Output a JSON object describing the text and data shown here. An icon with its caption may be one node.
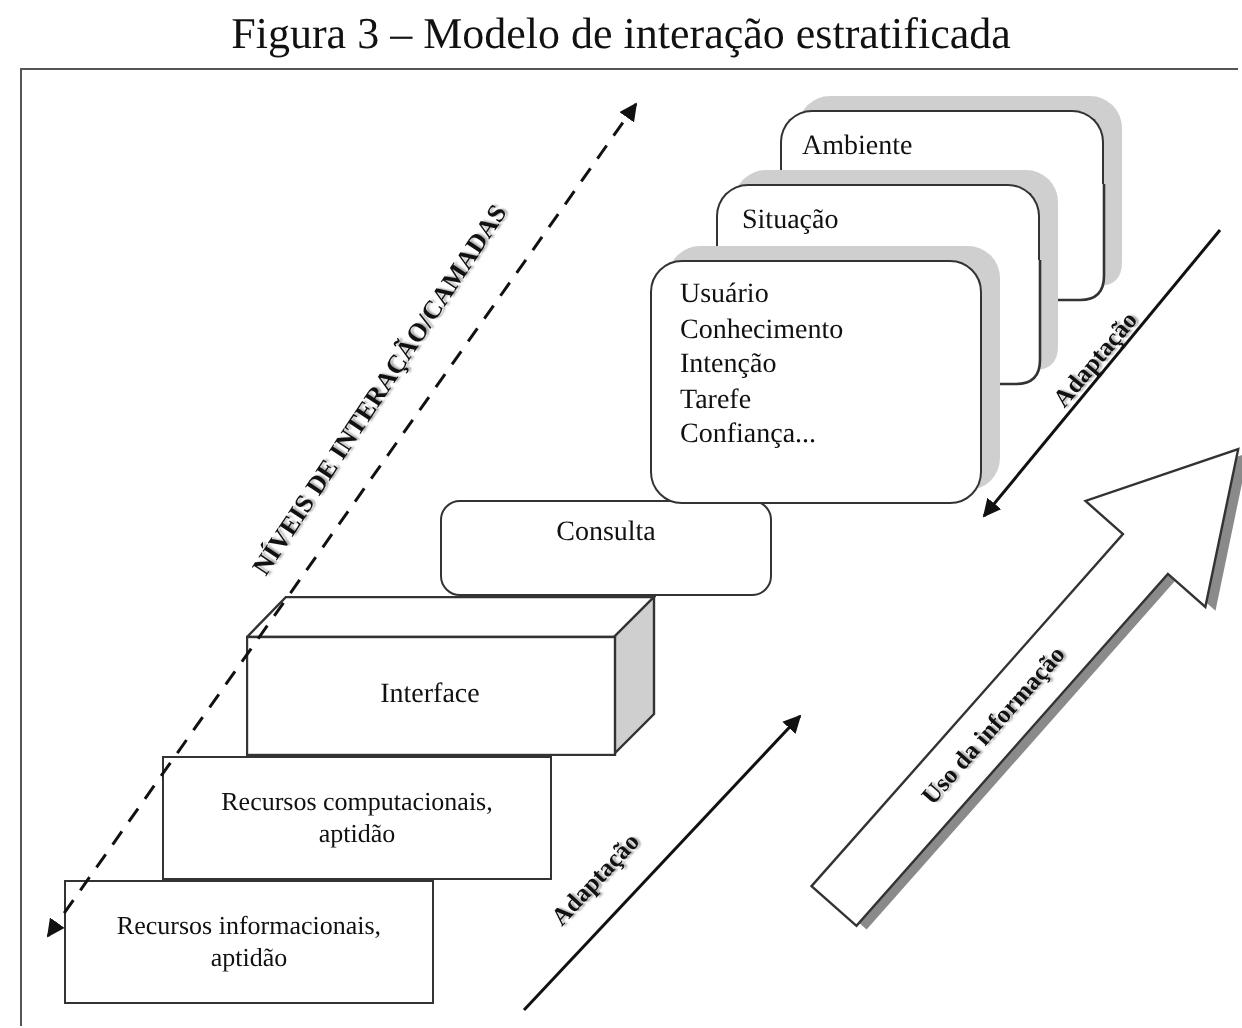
{
  "diagram": {
    "title": "Figura 3 – Modelo de interação estratificada",
    "nodes": [
      {
        "text": [
          "Ambiente"
        ]
      },
      {
        "text": [
          "Situação"
        ]
      },
      {
        "text": [
          "Usuário",
          "Conhecimento",
          "Intenção",
          "Tarefe",
          "Confiança..."
        ]
      },
      {
        "text": [
          "Consulta"
        ]
      },
      {
        "text": [
          "Interface"
        ]
      },
      {
        "text": [
          "Recursos computacionais, aptidão"
        ]
      },
      {
        "text": [
          "Recursos informacionais, aptidão"
        ]
      },
      {
        "text": [
          "Uso da informação"
        ]
      }
    ],
    "labels": [
      "NÍVEIS DE INTERAÇÃO/CAMADAS",
      "Adaptação",
      "Adaptação"
    ]
  }
}
